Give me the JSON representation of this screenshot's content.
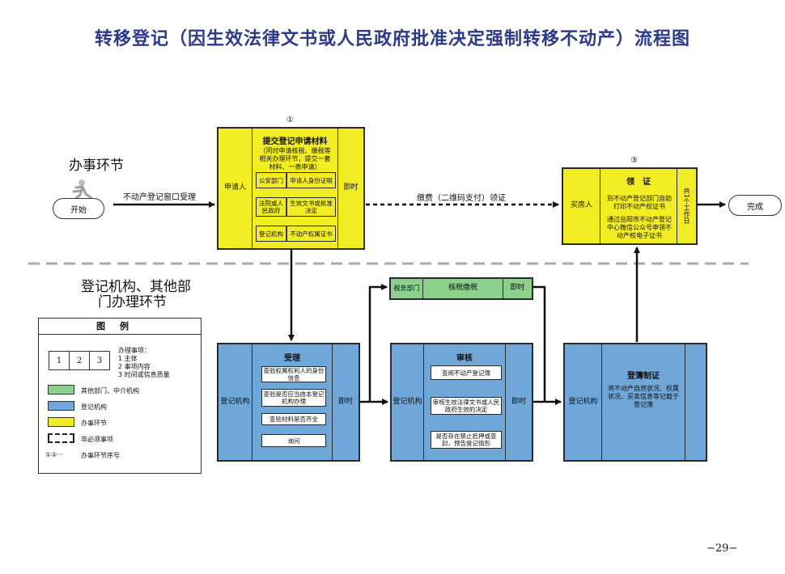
{
  "title": "转移登记（因生效法律文书或人民政府批准决定强制转移不动产）流程图",
  "zones": {
    "top": "办事环节",
    "bottom_line1": "登记机构、其他部",
    "bottom_line2": "门办理环节"
  },
  "start": {
    "label": "开始",
    "arrow_label": "不动产登记窗口受理"
  },
  "end": {
    "label": "完成"
  },
  "step1": {
    "number": "①",
    "left": "申请人",
    "title": "提交登记申请材料",
    "note": "（同时申请核税、缴税等相关办理环节，提交一套材料、一表申请）",
    "rows": [
      [
        "公安部门",
        "申请人身份证明"
      ],
      [
        "法院或人民政府",
        "生效文书或批准决定"
      ],
      [
        "登记机构",
        "不动产权属证书"
      ]
    ],
    "right": "即时"
  },
  "pay_label": "缴费（二维码支付）领证",
  "step3": {
    "number": "③",
    "left": "买房人",
    "title": "领　证",
    "text1": "到不动产登记部门自助打印不动产权证书",
    "text2": "通过岳阳市不动产登记中心微信公众号申领不动产权电子证书",
    "right": "共1个工作日"
  },
  "tax": {
    "left": "税务部门",
    "center": "核税缴税",
    "right": "即时"
  },
  "accept": {
    "left": "登记机构",
    "title": "受理",
    "items": [
      "查验权属权利人的身份信息",
      "查验是否应当由本登记机构办理",
      "查验材料是否齐全",
      "询问"
    ],
    "right": "即时"
  },
  "review": {
    "left": "登记机构",
    "title": "审核",
    "items": [
      "查阅不动产登记簿",
      "审核生效法律文书或人民政府生效的决定",
      "是否存在禁止抵押或查封，预告登记情形"
    ],
    "right": "即时"
  },
  "register": {
    "left": "登记机构",
    "title": "登簿制证",
    "text": "将不动产自然状况、权属状况、买卖信息等记载于登记簿"
  },
  "legend": {
    "title": "图例",
    "nums": [
      "1",
      "2",
      "3"
    ],
    "matters_title": "办理事项：",
    "matters": [
      "1 主体",
      "2 事项内容",
      "3 时间或信息质量"
    ],
    "items": [
      {
        "label": "其他部门、中介机构",
        "color": "#8bd08b"
      },
      {
        "label": "登记机构",
        "color": "#6fa8d8"
      },
      {
        "label": "办事环节",
        "color": "#f2ec22"
      },
      {
        "label": "非必须事项",
        "color": "#ffffff"
      }
    ],
    "seq_symbol": "①②···",
    "seq_label": "办事环节序号"
  },
  "page_number": "−29−"
}
